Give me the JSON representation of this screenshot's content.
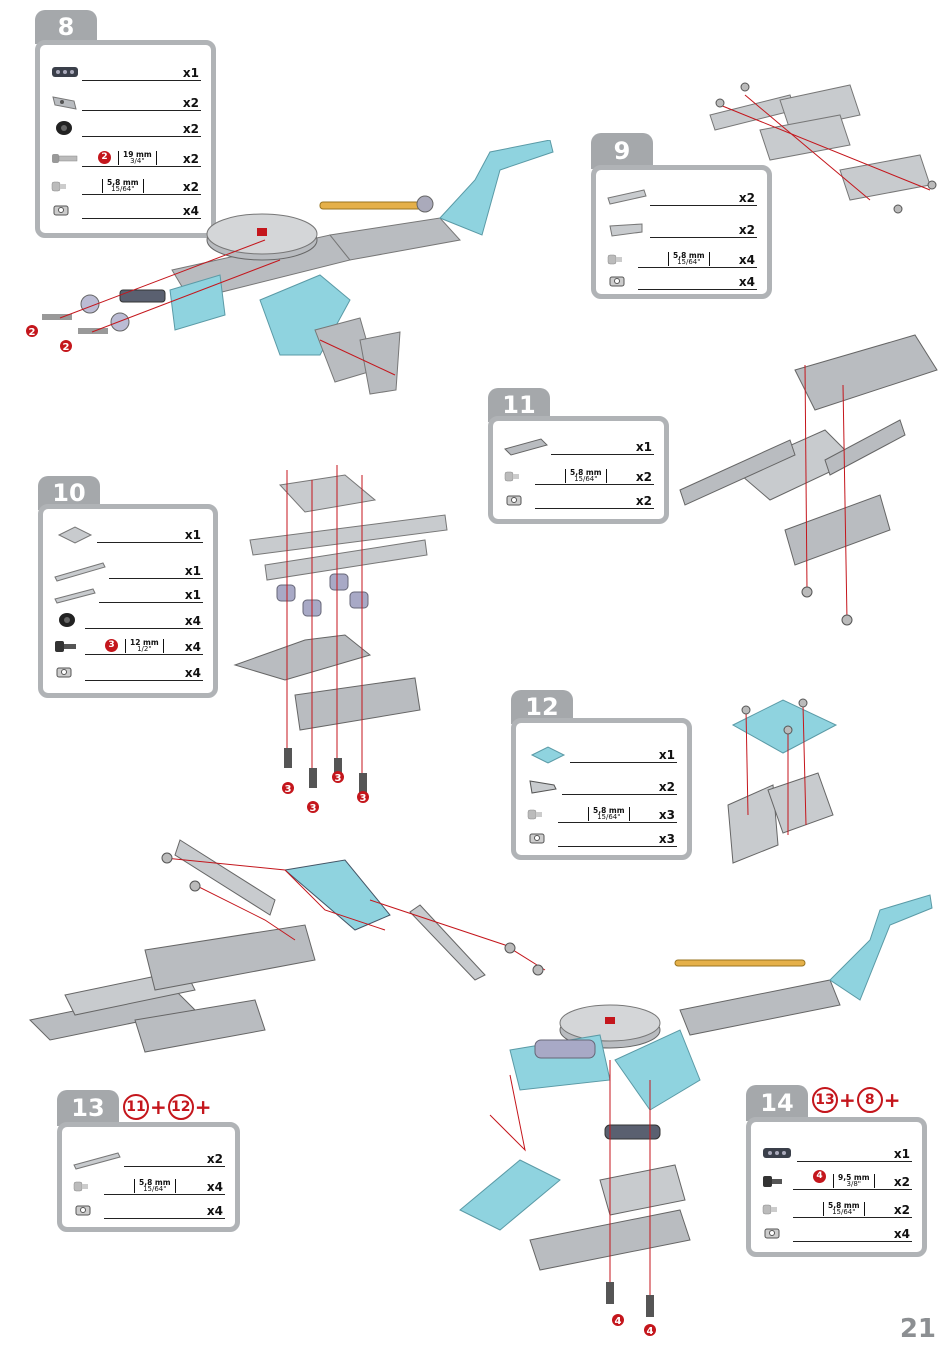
{
  "page_number": "21",
  "steps": {
    "s8": {
      "number": "8",
      "rows": [
        {
          "qty": "x1"
        },
        {
          "qty": "x2"
        },
        {
          "qty": "x2"
        },
        {
          "qty": "x2",
          "badge": "2",
          "mm": "19 mm",
          "inch": "3/4\""
        },
        {
          "qty": "x2",
          "mm": "5,8 mm",
          "inch": "15/64\""
        },
        {
          "qty": "x4"
        }
      ]
    },
    "s9": {
      "number": "9",
      "rows": [
        {
          "qty": "x2"
        },
        {
          "qty": "x2"
        },
        {
          "qty": "x4",
          "mm": "5,8 mm",
          "inch": "15/64\""
        },
        {
          "qty": "x4"
        }
      ]
    },
    "s10": {
      "number": "10",
      "rows": [
        {
          "qty": "x1"
        },
        {
          "qty": "x1"
        },
        {
          "qty": "x1"
        },
        {
          "qty": "x4"
        },
        {
          "qty": "x4",
          "badge": "3",
          "mm": "12 mm",
          "inch": "1/2\""
        },
        {
          "qty": "x4"
        }
      ]
    },
    "s11": {
      "number": "11",
      "rows": [
        {
          "qty": "x1"
        },
        {
          "qty": "x2",
          "mm": "5,8 mm",
          "inch": "15/64\""
        },
        {
          "qty": "x2"
        }
      ]
    },
    "s12": {
      "number": "12",
      "rows": [
        {
          "qty": "x1"
        },
        {
          "qty": "x2"
        },
        {
          "qty": "x3",
          "mm": "5,8 mm",
          "inch": "15/64\""
        },
        {
          "qty": "x3"
        }
      ]
    },
    "s13": {
      "number": "13",
      "refs": [
        "11",
        "12"
      ],
      "rows": [
        {
          "qty": "x2"
        },
        {
          "qty": "x4",
          "mm": "5,8 mm",
          "inch": "15/64\""
        },
        {
          "qty": "x4"
        }
      ]
    },
    "s14": {
      "number": "14",
      "refs": [
        "13",
        "8"
      ],
      "rows": [
        {
          "qty": "x1"
        },
        {
          "qty": "x2",
          "badge": "4",
          "mm": "9,5 mm",
          "inch": "3/8\""
        },
        {
          "qty": "x2",
          "mm": "5,8 mm",
          "inch": "15/64\""
        },
        {
          "qty": "x4"
        }
      ]
    }
  },
  "callouts": {
    "s8_a": "2",
    "s8_b": "2",
    "s10_a": "3",
    "s10_b": "3",
    "s10_c": "3",
    "s10_d": "3",
    "s14_a": "4",
    "s14_b": "4"
  },
  "colors": {
    "tab": "#a5a8ab",
    "frame": "#b0b3b6",
    "accent": "#c4161c",
    "metal": "#b9bcc0",
    "teal": "#8fd3df"
  }
}
